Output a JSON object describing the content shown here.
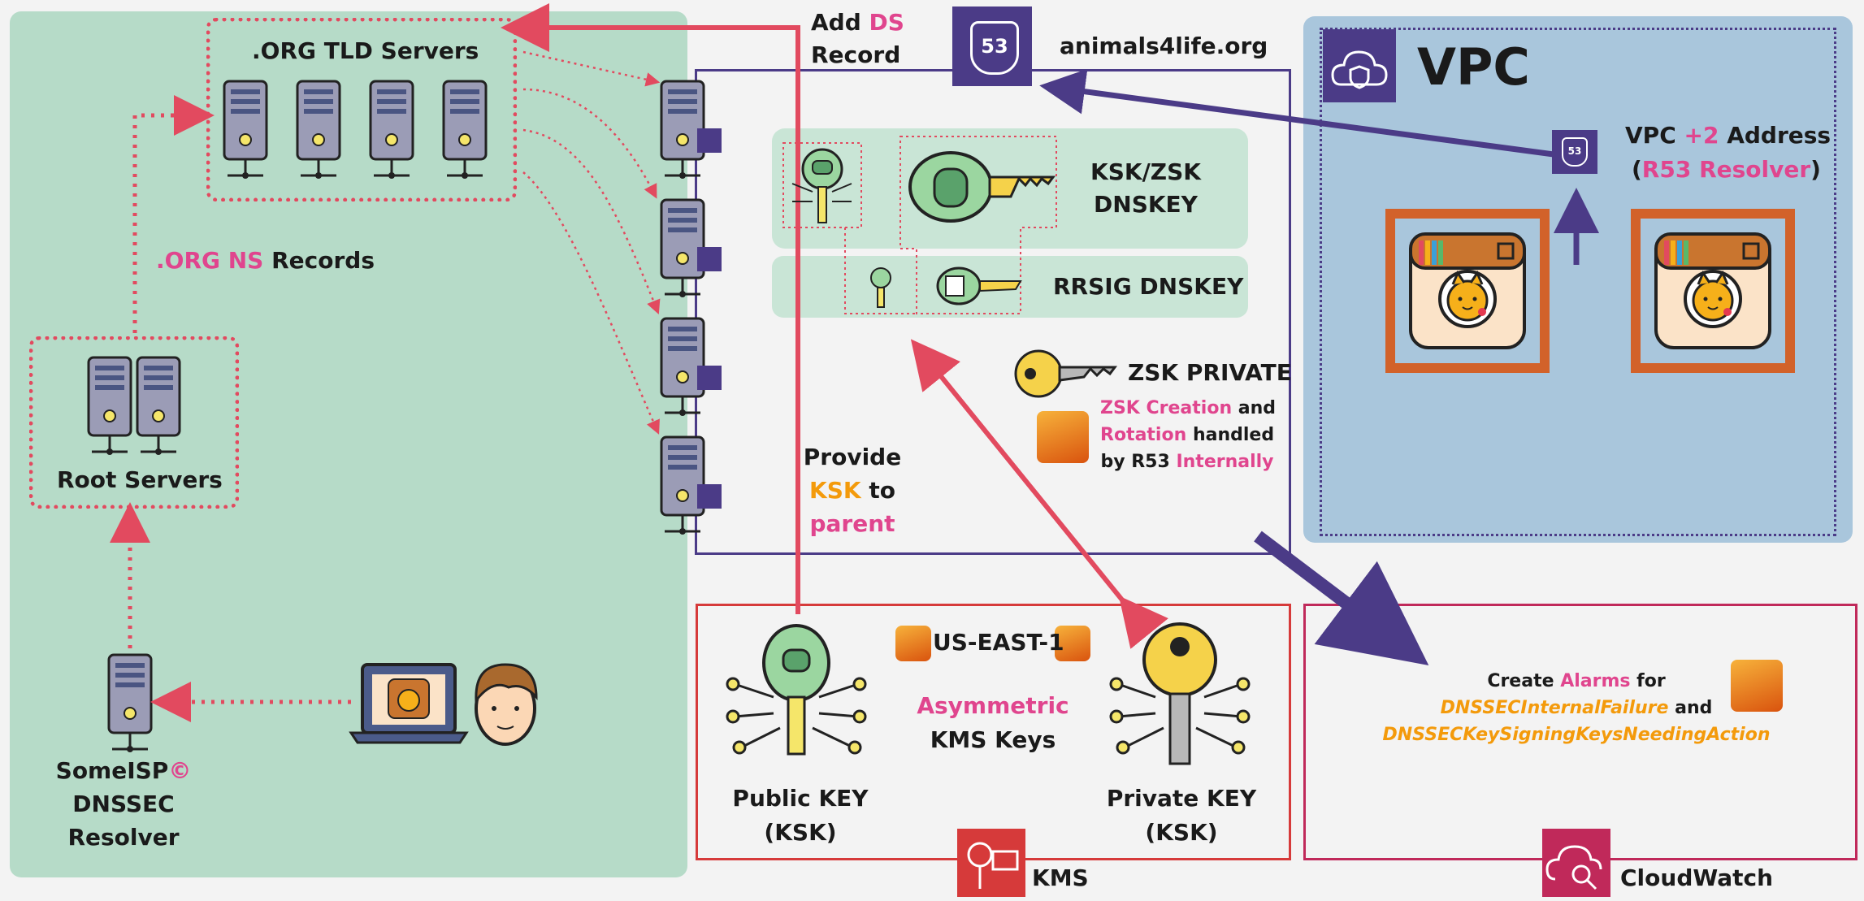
{
  "tld_box": {
    "title": ".ORG TLD Servers"
  },
  "ns_records": {
    "prefix": ".ORG NS",
    "suffix": "Records"
  },
  "root_box": {
    "title": "Root Servers"
  },
  "resolver": {
    "line1_prefix": "SomeISP",
    "line1_mark": "©",
    "line2": "DNSSEC",
    "line3": "Resolver"
  },
  "add_ds": {
    "line1_prefix": "Add",
    "line1_mark": "DS",
    "line2": "Record"
  },
  "zone": {
    "name": "animals4life.org",
    "route53_badge": "53"
  },
  "ksk_zsk": {
    "line1": "KSK/ZSK",
    "line2": "DNSKEY"
  },
  "rrsig": {
    "label": "RRSIG DNSKEY"
  },
  "zsk_private": {
    "label": "ZSK PRIVATE"
  },
  "zsk_note": {
    "a": "ZSK Creation",
    "b": "and",
    "c": "Rotation",
    "d": "handled",
    "e": "by R53",
    "f": "Internally"
  },
  "provide_ksk": {
    "line1": "Provide",
    "line2_mark": "KSK",
    "line2_suffix": "to",
    "line3": "parent"
  },
  "vpc": {
    "title": "VPC",
    "addr_prefix": "VPC",
    "addr_mark": "+2",
    "addr_suffix": "Address",
    "resolver_open": "(",
    "resolver_mark": "R53 Resolver",
    "resolver_close": ")"
  },
  "kms": {
    "region": "US-EAST-1",
    "asym_line1": "Asymmetric",
    "asym_line2": "KMS Keys",
    "public_line1": "Public KEY",
    "public_line2": "(KSK)",
    "private_line1": "Private KEY",
    "private_line2": "(KSK)",
    "service_label": "KMS"
  },
  "cloudwatch": {
    "l1a": "Create",
    "l1b": "Alarms",
    "l1c": "for",
    "l2a": "DNSSECInternalFailure",
    "l2b": "and",
    "l3": "DNSSECKeySigningKeysNeedingAction",
    "service_label": "CloudWatch"
  },
  "colors": {
    "panel_green": "#b6dbc8",
    "vpc_blue": "#a9c6dc",
    "route53_purple": "#4b3b87",
    "arrow_red": "#e24a5f",
    "accent_pink": "#e0458e",
    "accent_orange": "#f39a0b",
    "kms_red": "#d63a3a",
    "cloudwatch_magenta": "#c0295a"
  },
  "icons": [
    "server-icon",
    "route53-icon",
    "key-icon",
    "chip-icon",
    "laptop-icon",
    "person-icon",
    "flask-icon",
    "cloud-shield-icon",
    "kms-icon",
    "cloudwatch-icon"
  ]
}
